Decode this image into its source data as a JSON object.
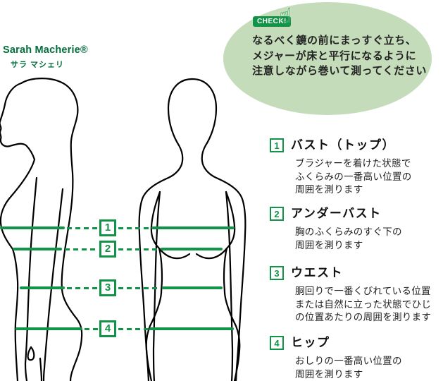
{
  "brand": {
    "name": "Sarah Macherie®",
    "name_kana": "サラ マシェリ"
  },
  "check_note": {
    "badge": "CHECK!",
    "lines": [
      "なるべく鏡の前にまっすぐ立ち、",
      "メジャーが床と平行になるように",
      "注意しながら巻いて測ってください"
    ]
  },
  "icons": {
    "pointing_hand": "☝"
  },
  "diagram": {
    "markers": [
      "1",
      "2",
      "3",
      "4"
    ]
  },
  "measurements": [
    {
      "num": "1",
      "title": "バスト（トップ）",
      "desc_lines": [
        "ブラジャーを着けた状態で",
        "ふくらみの一番高い位置の",
        "周囲を測ります"
      ]
    },
    {
      "num": "2",
      "title": "アンダーバスト",
      "desc_lines": [
        "胸のふくらみのすぐ下の",
        "周囲を測ります"
      ]
    },
    {
      "num": "3",
      "title": "ウエスト",
      "desc_lines": [
        "胴回りで一番くびれている位置",
        "または自然に立った状態でひじ",
        "の位置あたりの周囲を測ります"
      ]
    },
    {
      "num": "4",
      "title": "ヒップ",
      "desc_lines": [
        "おしりの一番高い位置の",
        "周囲を測ります"
      ]
    }
  ],
  "colors": {
    "brand_green": "#129448",
    "logo_green": "#006f3c",
    "bubble_green": "#c5dcba",
    "ink": "#1a1a1a"
  }
}
